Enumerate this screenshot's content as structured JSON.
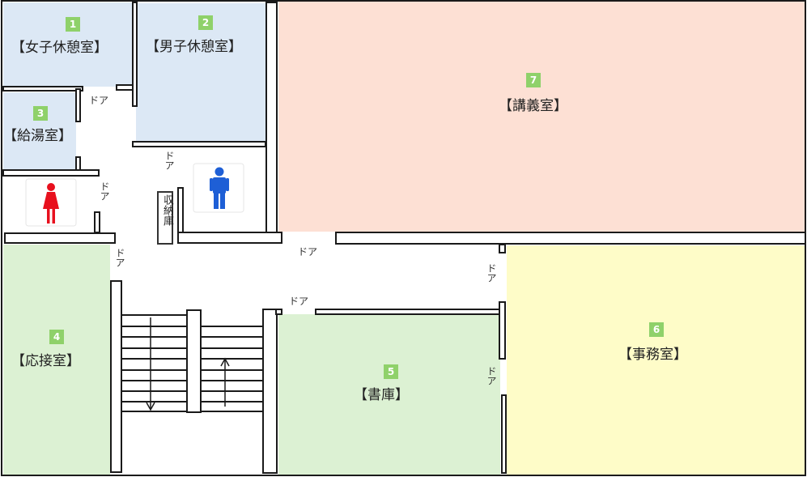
{
  "rooms": [
    {
      "number": "1",
      "name": "【女子休憩室】"
    },
    {
      "number": "2",
      "name": "【男子休憩室】"
    },
    {
      "number": "3",
      "name": "【給湯室】"
    },
    {
      "number": "4",
      "name": "【応接室】"
    },
    {
      "number": "5",
      "name": "【書庫】"
    },
    {
      "number": "6",
      "name": "【事務室】"
    },
    {
      "number": "7",
      "name": "【講義室】"
    }
  ],
  "door_label": "ドア",
  "storage_label": "収納庫",
  "restroom_icons": [
    {
      "name": "female-restroom-icon",
      "color": "#e8101e"
    },
    {
      "name": "male-restroom-icon",
      "color": "#1e5fd6"
    }
  ],
  "colors": {
    "rest_rooms": "#dce8f5",
    "lecture": "#fde0d4",
    "office": "#fefcc8",
    "green_rooms": "#dcf1d3",
    "badge": "#8fd16a"
  }
}
